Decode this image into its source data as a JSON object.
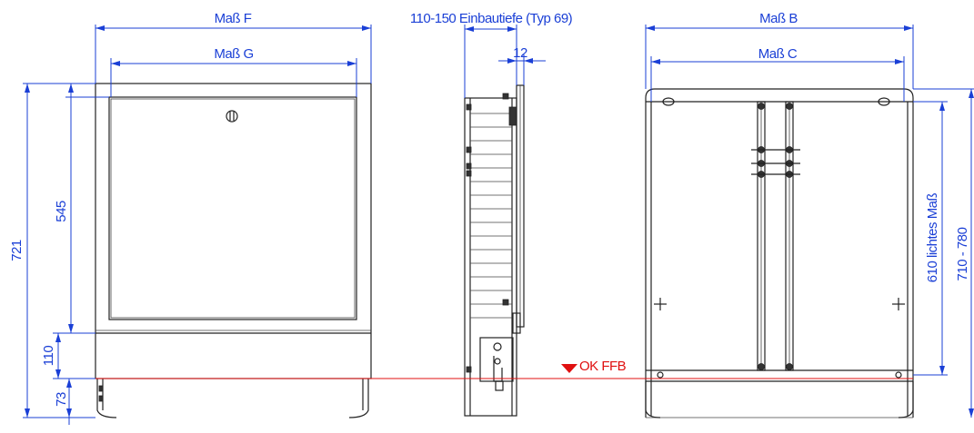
{
  "labels": {
    "mass_f": "Maß F",
    "mass_g": "Maß G",
    "depth": "110-150 Einbautiefe (Typ 69)",
    "twelve": "12",
    "mass_b": "Maß B",
    "mass_c": "Maß C",
    "h721": "721",
    "h545": "545",
    "h110": "110",
    "h73": "73",
    "lichtes": "610 lichtes Maß",
    "range": "710 - 780",
    "ok_ffb": "OK FFB"
  },
  "colors": {
    "dimension": "#1a3fd6",
    "floor_line": "#e01010",
    "outline": "#222222"
  }
}
